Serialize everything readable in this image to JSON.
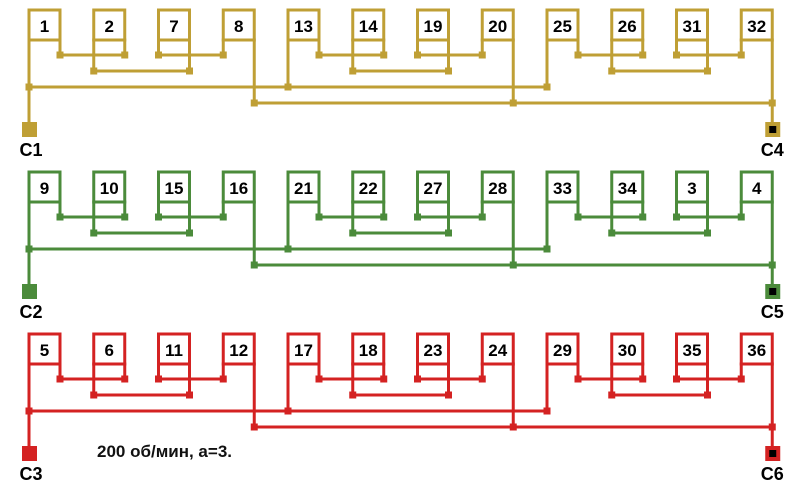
{
  "phases": [
    {
      "name": "phase-1",
      "color": "#bf9f35",
      "coils": [
        "1",
        "2",
        "7",
        "8",
        "13",
        "14",
        "19",
        "20",
        "25",
        "26",
        "31",
        "32"
      ],
      "start_terminal": "C1",
      "end_terminal": "C4"
    },
    {
      "name": "phase-2",
      "color": "#4b8b3b",
      "coils": [
        "9",
        "10",
        "15",
        "16",
        "21",
        "22",
        "27",
        "28",
        "33",
        "34",
        "3",
        "4"
      ],
      "start_terminal": "C2",
      "end_terminal": "C5"
    },
    {
      "name": "phase-3",
      "color": "#d42222",
      "coils": [
        "5",
        "6",
        "11",
        "12",
        "17",
        "18",
        "23",
        "24",
        "29",
        "30",
        "35",
        "36"
      ],
      "start_terminal": "C3",
      "end_terminal": "C6"
    }
  ],
  "note": "200 об/мин, а=3."
}
